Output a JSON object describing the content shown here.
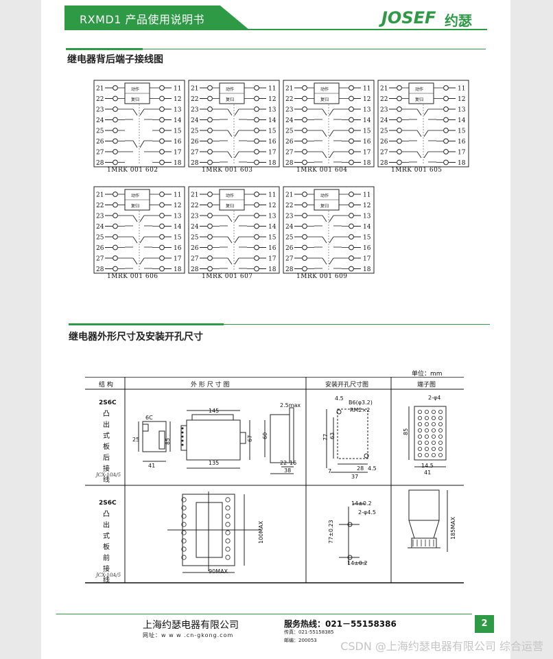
{
  "header": {
    "title": "RXMD1 产品使用说明书",
    "logo_text": "JOSEF",
    "logo_cn": "约瑟"
  },
  "sections": [
    {
      "title": "继电器背后端子接线图"
    },
    {
      "title": "继电器外形尺寸及安装开孔尺寸"
    }
  ],
  "terminals": {
    "left": [
      "21",
      "22",
      "23",
      "24",
      "25",
      "26",
      "27",
      "28"
    ],
    "right": [
      "11",
      "12",
      "13",
      "14",
      "15",
      "16",
      "17",
      "18"
    ],
    "box_top": "动作",
    "box_bottom": "复归"
  },
  "wiring_diagrams": [
    {
      "caption": "1MRK 001 602"
    },
    {
      "caption": "1MRK 001 603"
    },
    {
      "caption": "1MRK 001 604"
    },
    {
      "caption": "1MRK 001 605"
    },
    {
      "caption": "1MRK 001 606"
    },
    {
      "caption": "1MRK 001 607"
    },
    {
      "caption": "1MRK 001 609"
    }
  ],
  "dimension_table": {
    "unit": "单位：mm",
    "headers": [
      "结 构",
      "外 形 尺 寸 图",
      "安装开孔尺寸图",
      "端子图"
    ],
    "rows": [
      {
        "code": "2S6C",
        "label": [
          "凸",
          "出",
          "式",
          "板",
          "后",
          "接",
          "线"
        ],
        "model": "JCX-10A/5",
        "dims": [
          "6C",
          "25",
          "85",
          "41",
          "145",
          "135",
          "67",
          "60",
          "2.5max",
          "22",
          "16",
          "38",
          "4.5",
          "B6(φ3.2)",
          "RM2×2",
          "77",
          "63",
          "7",
          "28",
          "37",
          "4.5",
          "2-φ4",
          "85",
          "14.5",
          "41"
        ]
      },
      {
        "code": "2S6C",
        "label": [
          "凸",
          "出",
          "式",
          "板",
          "前",
          "接",
          "线"
        ],
        "model": "JCX-10A/5",
        "dims": [
          "100MAX",
          "90MAX",
          "14±0.2",
          "2-φ4.5",
          "77±0.23",
          "14±0.2",
          "185MAX"
        ]
      }
    ]
  },
  "footer": {
    "company": "上海约瑟电器有限公司",
    "website": "网址：w w w .cn-gkong.com",
    "hotline": "服务热线：021－55158386",
    "fax": "传真：021-55158385",
    "email": "邮编：200053",
    "page": "2"
  },
  "watermark": "CSDN @上海约瑟电器有限公司 综合运营"
}
